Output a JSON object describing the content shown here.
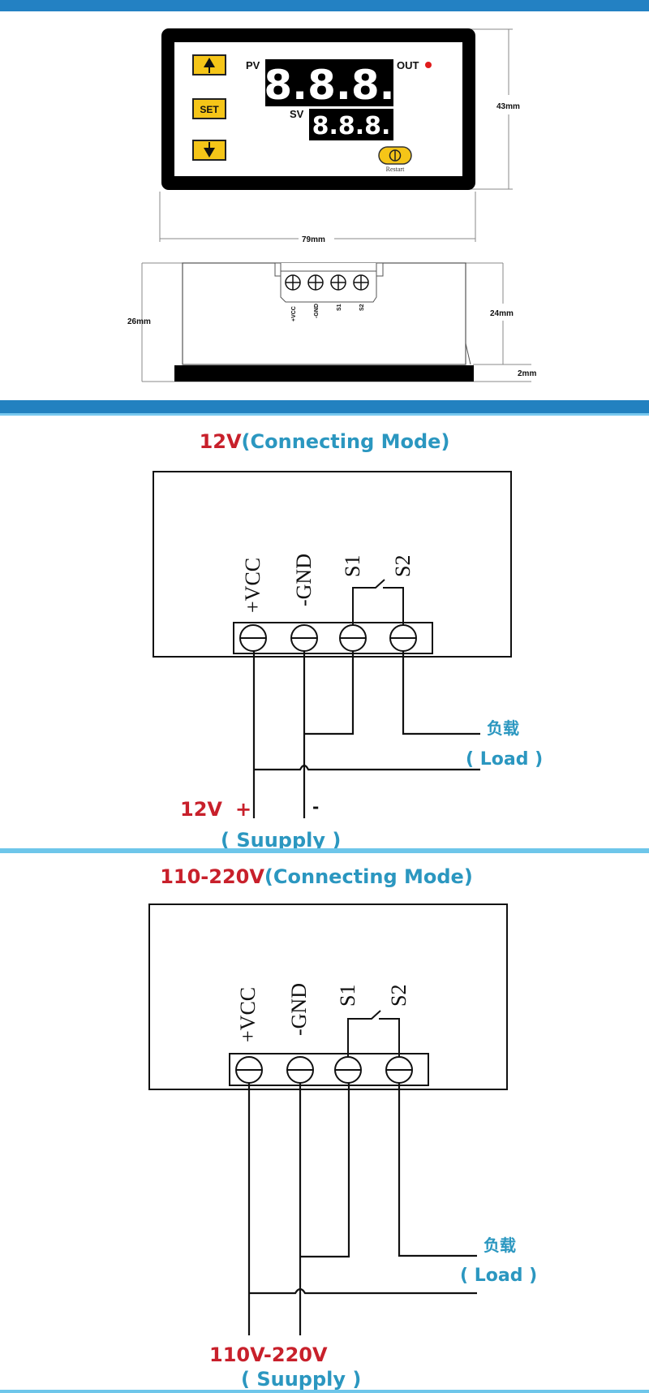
{
  "panel_drawing": {
    "pv_label": "PV",
    "sv_label": "SV",
    "pv_display": "8.8.8.",
    "sv_display": "8.8.8.",
    "out_label": "OUT",
    "set_button": "SET",
    "restart_label": "Restart",
    "up_icon": "up-arrow-icon",
    "down_icon": "down-arrow-icon",
    "width_dim": "79mm",
    "height_dim": "43mm",
    "colors": {
      "button_yellow": "#f5c518",
      "out_led": "#e01b1b",
      "display_bg": "#000000"
    }
  },
  "side_drawing": {
    "terminal_labels": [
      "+VCC",
      "-GND",
      "S1",
      "S2"
    ],
    "total_depth_dim": "26mm",
    "body_depth_dim": "24mm",
    "bezel_dim": "2mm"
  },
  "diagram_12v": {
    "title_voltage": "12V",
    "title_mode": "(Connecting  Mode)",
    "terminal_labels": [
      "+VCC",
      "-GND",
      "S1",
      "S2"
    ],
    "load_cn": "负载",
    "load_en": "( Load )",
    "supply_voltage": "12V",
    "supply_plus": "+",
    "supply_minus": "-",
    "supply_en": "( Suupply )"
  },
  "diagram_220v": {
    "title_voltage": "110-220V",
    "title_mode": "(Connecting  Mode)",
    "terminal_labels": [
      "+VCC",
      "-GND",
      "S1",
      "S2"
    ],
    "load_cn": "负载",
    "load_en": "( Load )",
    "supply_voltage": "110V-220V",
    "supply_en": "( Suupply )"
  },
  "colors": {
    "band_blue": "#2381c3",
    "band_light": "#6ec6ea",
    "title_red": "#c8202b",
    "title_blue": "#2b97c0"
  }
}
